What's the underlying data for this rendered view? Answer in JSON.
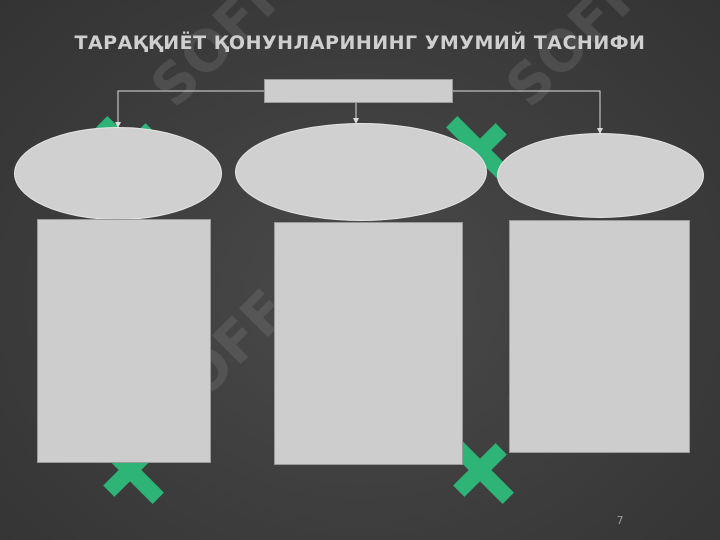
{
  "slide": {
    "title": "ТАРАҚҚИЁТ ҚОНУНЛАРИНИНГ УМУМИЙ ТАСНИФИ",
    "page_number": "7"
  },
  "diagram": {
    "root": "",
    "categories": [
      {
        "heading": "",
        "body": ""
      },
      {
        "heading": "",
        "body": ""
      },
      {
        "heading": "",
        "body": ""
      }
    ]
  },
  "watermark": {
    "text": "SOFF",
    "color": "#2ec27e"
  }
}
